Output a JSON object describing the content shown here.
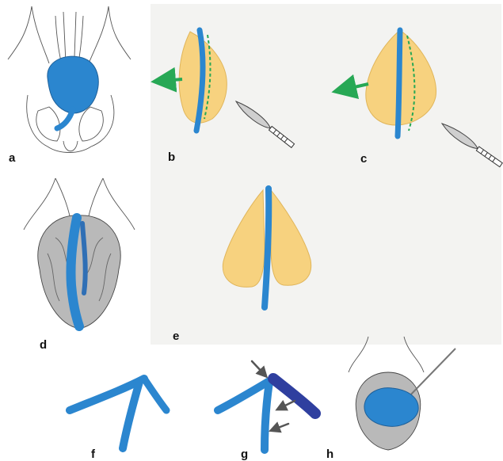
{
  "labels": {
    "a": "a",
    "b": "b",
    "c": "c",
    "d": "d",
    "e": "e",
    "f": "f",
    "g": "g",
    "h": "h"
  },
  "colors": {
    "graft_blue": "#2b86cf",
    "graft_dark_blue": "#2f3f9f",
    "cartilage_yellow": "#f7d27f",
    "arrow_green": "#27a855",
    "line_ink": "#4a4a4a",
    "panel_gray": "#f2f2f0"
  },
  "icons": {
    "scalpel": "scalpel-icon",
    "arrow": "arrow-icon"
  }
}
